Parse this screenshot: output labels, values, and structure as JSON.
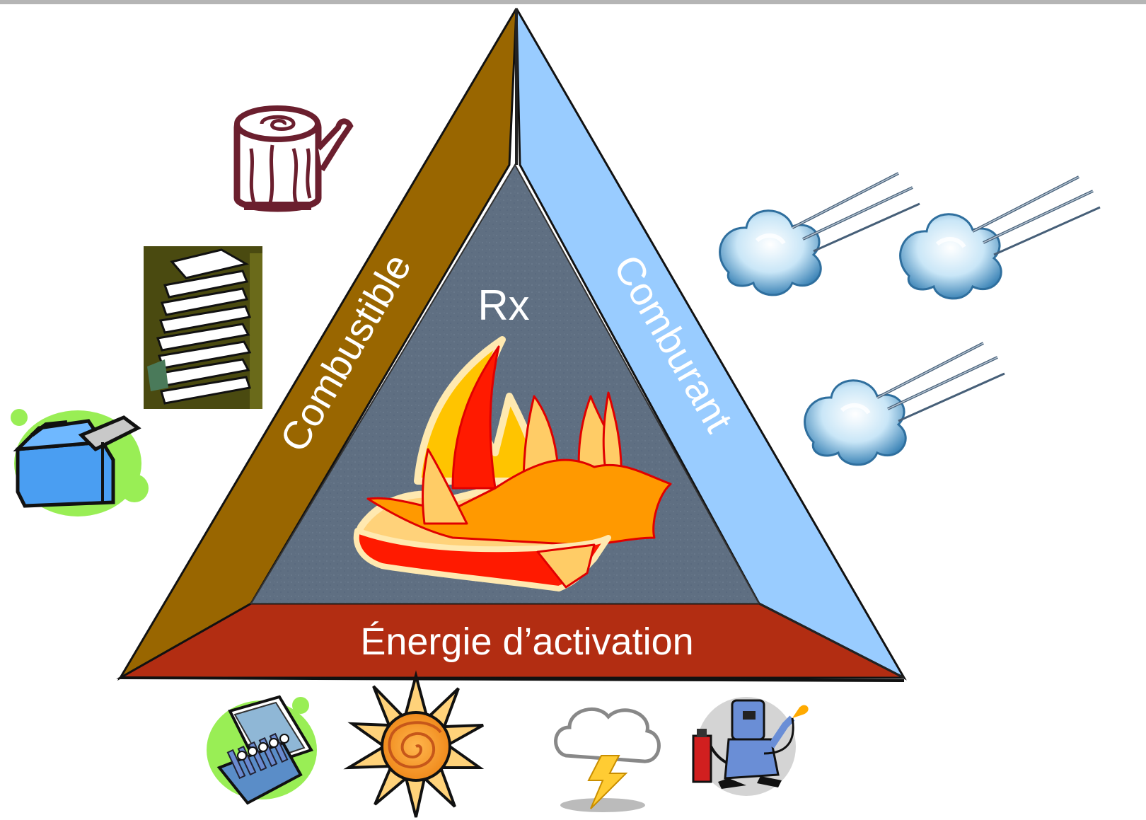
{
  "diagram": {
    "center_label": "Rx",
    "sides": {
      "left": "Combustible",
      "right": "Comburant",
      "bottom": "Énergie d’activation"
    }
  },
  "colors": {
    "fuel_side": "#996600",
    "oxidizer_side": "#99ccff",
    "energy_side": "#b22d12",
    "center": "#5f6f82"
  },
  "icons": {
    "fuel": [
      "wood-log-icon",
      "paper-stack-icon",
      "fuel-can-icon"
    ],
    "oxidizer": [
      "air-gust-icon",
      "air-gust-icon",
      "air-gust-icon"
    ],
    "energy": [
      "matchbook-icon",
      "sun-icon",
      "lightning-cloud-icon",
      "welder-icon"
    ]
  }
}
